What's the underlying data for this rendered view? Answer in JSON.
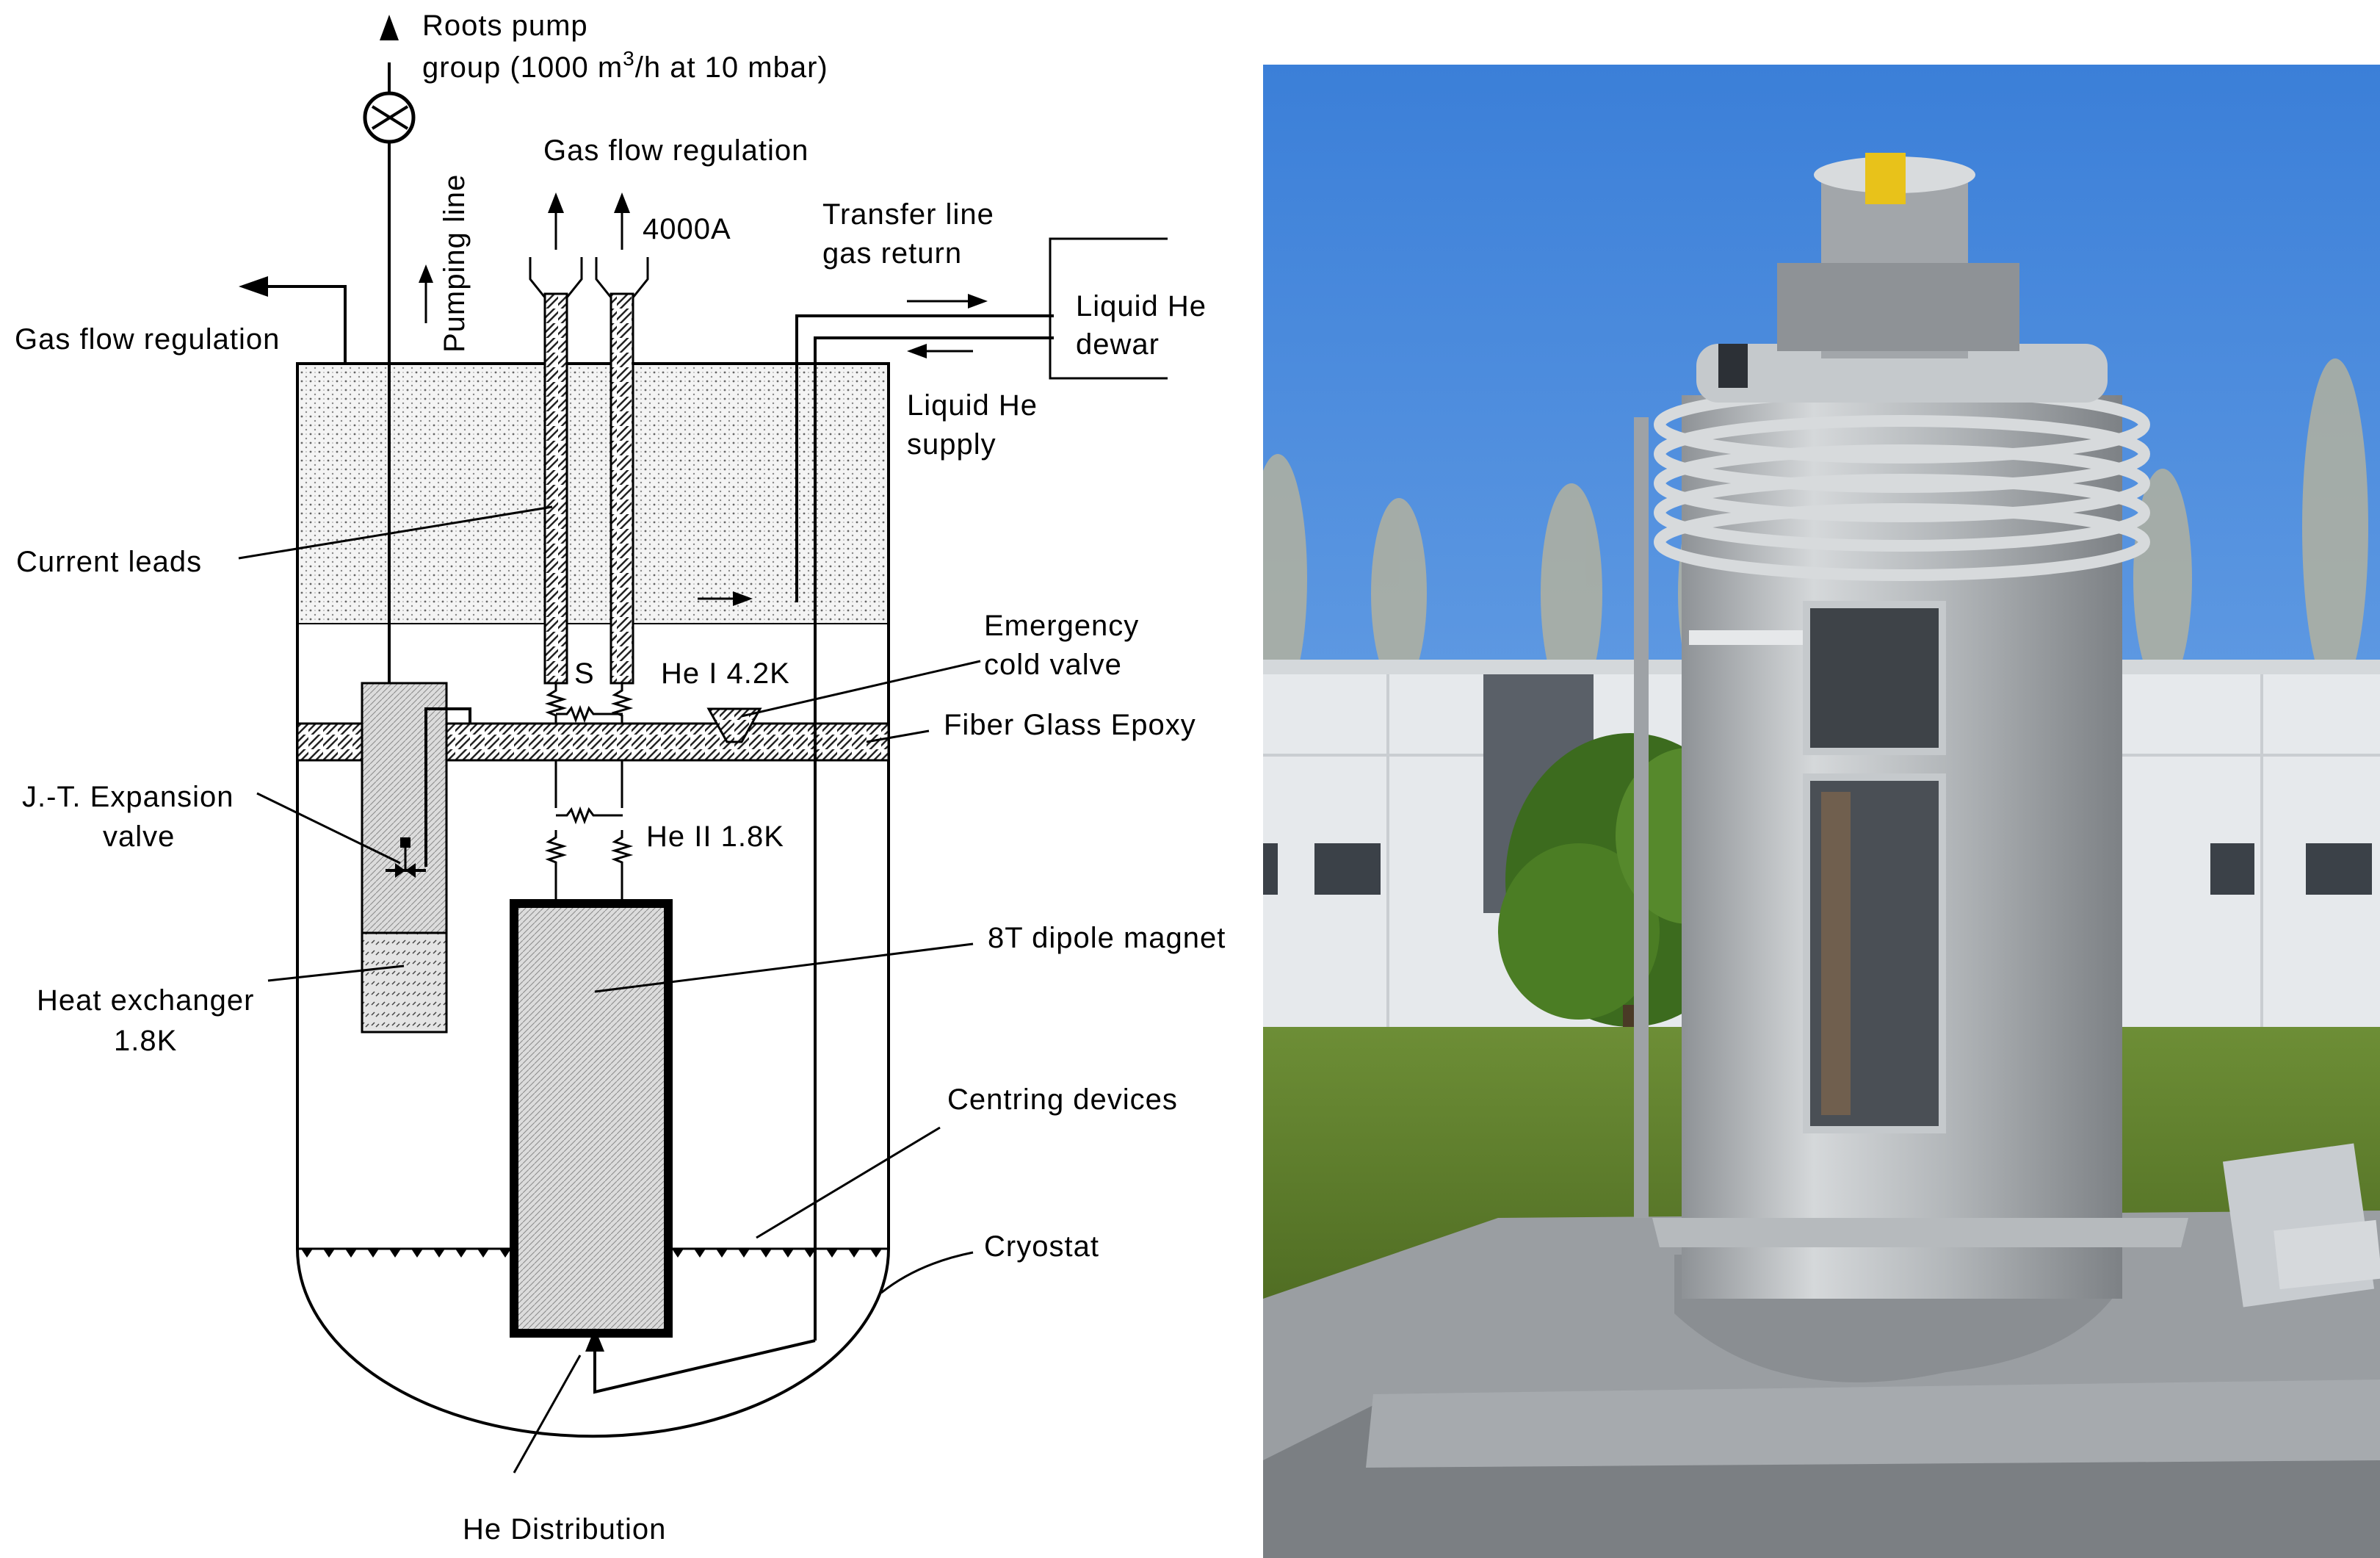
{
  "diagram": {
    "labels": {
      "roots_pump_1": "Roots pump",
      "roots_pump_2_a": "group (1000 m",
      "roots_pump_2_sup": "3",
      "roots_pump_2_b": "/h at 10 mbar)",
      "pumping_line": "Pumping line",
      "gas_flow_top": "Gas flow regulation",
      "current_4000a": "4000A",
      "transfer_line_1": "Transfer line",
      "transfer_line_2": "gas return",
      "dewar_1": "Liquid He",
      "dewar_2": "dewar",
      "supply_1": "Liquid He",
      "supply_2": "supply",
      "gas_flow_left": "Gas flow regulation",
      "current_leads": "Current leads",
      "emergency_1": "Emergency",
      "emergency_2": "cold valve",
      "s_label": "S",
      "he1": "He I 4.2K",
      "fiber": "Fiber Glass Epoxy",
      "jt_1": "J.-T. Expansion",
      "jt_2": "valve",
      "he2": "He II 1.8K",
      "magnet": "8T dipole magnet",
      "hx_1": "Heat exchanger",
      "hx_2": "1.8K",
      "centring": "Centring devices",
      "cryostat": "Cryostat",
      "he_distribution": "He Distribution"
    }
  },
  "colors": {
    "sky": "#4f8fe0",
    "steel": "#b9bcbf",
    "grass": "#5b7d2e",
    "concrete": "#8d9194"
  }
}
